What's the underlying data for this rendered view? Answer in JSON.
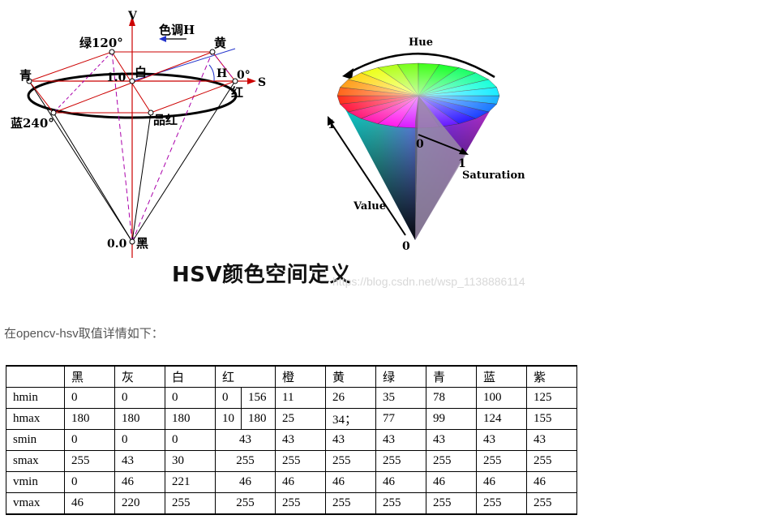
{
  "figure": {
    "title": "HSV颜色空间定义",
    "watermark": "https://blog.csdn.net/wsp_1138886114",
    "left_cone": {
      "axis_v": "V",
      "axis_s": "S",
      "hue_arrow": "色调H",
      "h_label": "H",
      "green": "绿120°",
      "yellow": "黄",
      "cyan": "青",
      "white": "白",
      "one": "1.0",
      "zero_deg": "0°",
      "red": "红",
      "blue": "蓝240°",
      "magenta": "品红",
      "black_value": "0.0",
      "black": "黑"
    },
    "right_cone": {
      "hue": "Hue",
      "one_left": "1",
      "zero_mid": "0",
      "one_mid": "1",
      "saturation": "Saturation",
      "value": "Value",
      "zero_bottom": "0"
    }
  },
  "intro": "在opencv-hsv取值详情如下：",
  "table": {
    "headers": [
      "黑",
      "灰",
      "白",
      "红",
      "橙",
      "黄",
      "绿",
      "青",
      "蓝",
      "紫"
    ],
    "rows": [
      {
        "label": "hmin",
        "black": "0",
        "gray": "0",
        "white": "0",
        "red_a": "0",
        "red_b": "156",
        "orange": "11",
        "yellow": "26",
        "green": "35",
        "cyan": "78",
        "blue": "100",
        "purple": "125"
      },
      {
        "label": "hmax",
        "black": "180",
        "gray": "180",
        "white": "180",
        "red_a": "10",
        "red_b": "180",
        "orange": "25",
        "yellow": "34；",
        "green": "77",
        "cyan": "99",
        "blue": "124",
        "purple": "155"
      },
      {
        "label": "smin",
        "black": "0",
        "gray": "0",
        "white": "0",
        "red": "43",
        "orange": "43",
        "yellow": "43",
        "green": "43",
        "cyan": "43",
        "blue": "43",
        "purple": "43"
      },
      {
        "label": "smax",
        "black": "255",
        "gray": "43",
        "white": "30",
        "red": "255",
        "orange": "255",
        "yellow": "255",
        "green": "255",
        "cyan": "255",
        "blue": "255",
        "purple": "255"
      },
      {
        "label": "vmin",
        "black": "0",
        "gray": "46",
        "white": "221",
        "red": "46",
        "orange": "46",
        "yellow": "46",
        "green": "46",
        "cyan": "46",
        "blue": "46",
        "purple": "46"
      },
      {
        "label": "vmax",
        "black": "46",
        "gray": "220",
        "white": "255",
        "red": "255",
        "orange": "255",
        "yellow": "255",
        "green": "255",
        "cyan": "255",
        "blue": "255",
        "purple": "255"
      }
    ]
  }
}
